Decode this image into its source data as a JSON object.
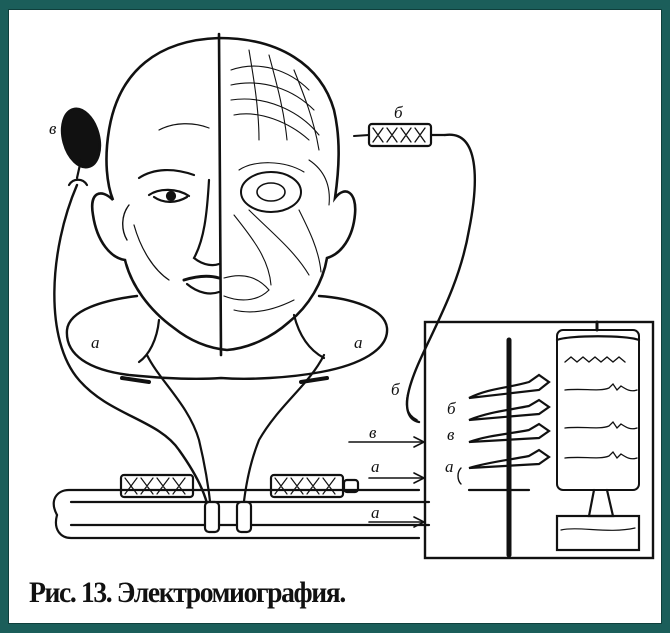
{
  "figure": {
    "caption": "Рис. 13. Электромиография.",
    "labels": {
      "top_left": "в",
      "top_right": "б",
      "wire_left": "а",
      "wire_right": "а",
      "recorder_b_outer": "б",
      "recorder_b": "б",
      "recorder_v": "в",
      "recorder_a": "а",
      "input_v": "в",
      "input_a_upper": "а",
      "input_a_lower": "а"
    }
  },
  "colors": {
    "frame_bg": "#1b5e5a",
    "ink": "#111111",
    "paper": "#ffffff"
  }
}
